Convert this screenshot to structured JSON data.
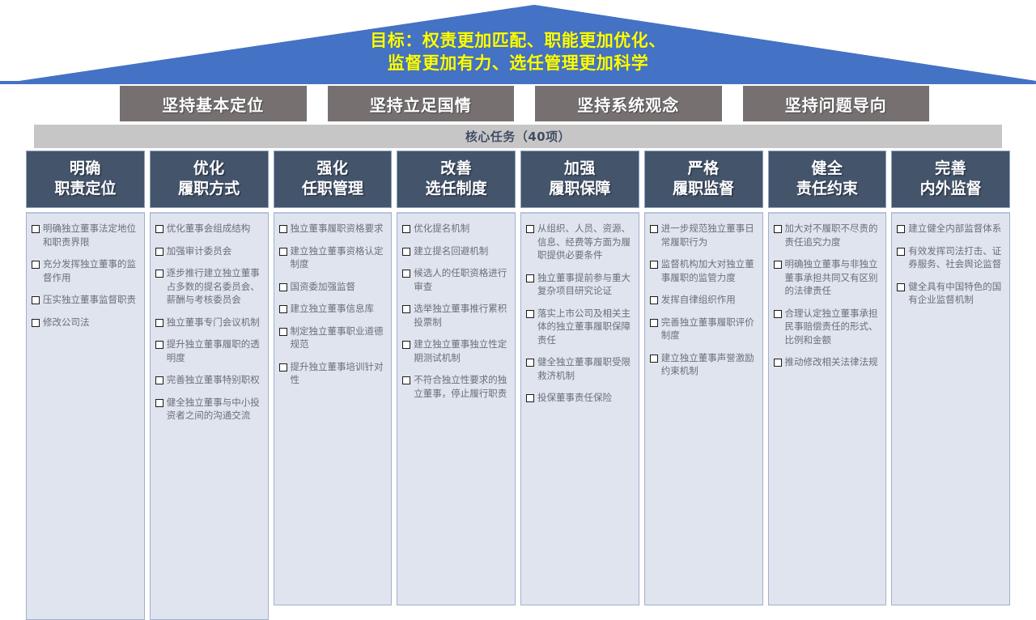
{
  "roof": {
    "goal_line1": "目标：权责更加匹配、职能更加优化、",
    "goal_line2": "监督更加有力、选任管理更加科学",
    "color": "#4472C4",
    "text_color": "#FFFF00"
  },
  "principles": [
    {
      "label": "坚持基本定位"
    },
    {
      "label": "坚持立足国情"
    },
    {
      "label": "坚持系统观念"
    },
    {
      "label": "坚持问题导向"
    }
  ],
  "core_band": {
    "label": "核心任务（40项）",
    "color": "#c6c6c6"
  },
  "pillars": [
    {
      "head_line1": "明确",
      "head_line2": "职责定位",
      "height": "long",
      "tasks": [
        "明确独立董事法定地位和职责界限",
        "充分发挥独立董事的监督作用",
        "压实独立董事监督职责",
        "修改公司法"
      ]
    },
    {
      "head_line1": "优化",
      "head_line2": "履职方式",
      "height": "long",
      "tasks": [
        "优化董事会组成结构",
        "加强审计委员会",
        "逐步推行建立独立董事占多数的提名委员会、薪酬与考核委员会",
        "独立董事专门会议机制",
        "提升独立董事履职的透明度",
        "完善独立董事特别职权",
        "健全独立董事与中小投资者之间的沟通交流"
      ]
    },
    {
      "head_line1": "强化",
      "head_line2": "任职管理",
      "height": "mid",
      "tasks": [
        "独立董事履职资格要求",
        "建立独立董事资格认定制度",
        "国资委加强监督",
        "建立独立董事信息库",
        "制定独立董事职业道德规范",
        "提升独立董事培训针对性"
      ]
    },
    {
      "head_line1": "改善",
      "head_line2": "选任制度",
      "height": "mid",
      "tasks": [
        "优化提名机制",
        "建立提名回避机制",
        "候选人的任职资格进行审查",
        "选举独立董事推行累积投票制",
        "建立独立董事独立性定期测试机制",
        "不符合独立性要求的独立董事，停止履行职责"
      ]
    },
    {
      "head_line1": "加强",
      "head_line2": "履职保障",
      "height": "mid",
      "tasks": [
        "从组织、人员、资源、信息、经费等方面为履职提供必要条件",
        "独立董事提前参与重大复杂项目研究论证",
        "落实上市公司及相关主体的独立董事履职保障责任",
        "健全独立董事履职受限救济机制",
        "投保董事责任保险"
      ]
    },
    {
      "head_line1": "严格",
      "head_line2": "履职监督",
      "height": "mid",
      "tasks": [
        "进一步规范独立董事日常履职行为",
        "监督机构加大对独立董事履职的监管力度",
        "发挥自律组织作用",
        "完善独立董事履职评价制度",
        "建立独立董事声誉激励约束机制"
      ]
    },
    {
      "head_line1": "健全",
      "head_line2": "责任约束",
      "height": "mid",
      "tasks": [
        "加大对不履职不尽责的责任追究力度",
        "明确独立董事与非独立董事承担共同又有区别的法律责任",
        "合理认定独立董事承担民事赔偿责任的形式、比例和金额",
        "推动修改相关法律法规"
      ]
    },
    {
      "head_line1": "完善",
      "head_line2": "内外监督",
      "height": "mid",
      "tasks": [
        "建立健全内部监督体系",
        "有效发挥司法打击、证券服务、社会舆论监督",
        "健全具有中国特色的国有企业监督机制"
      ]
    }
  ]
}
